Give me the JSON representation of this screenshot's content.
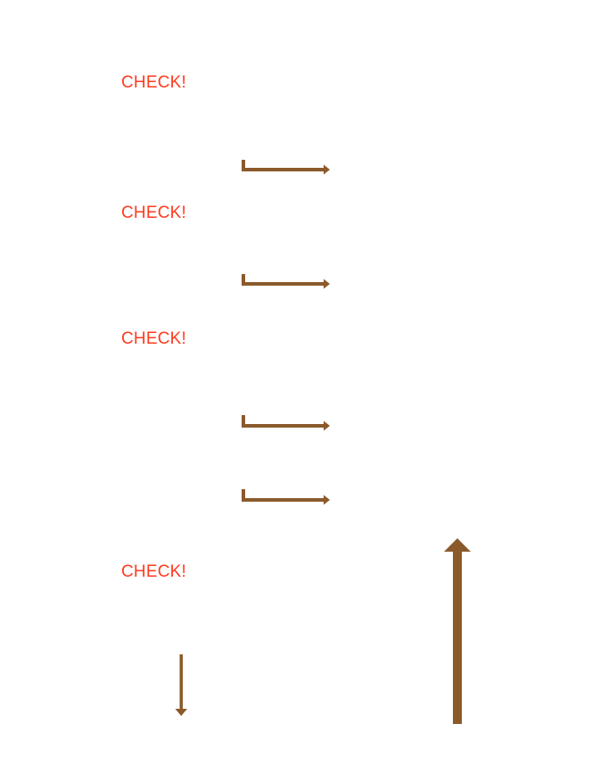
{
  "labels": [
    {
      "text": "CHECK!"
    },
    {
      "text": "CHECK!"
    },
    {
      "text": "CHECK!"
    },
    {
      "text": "CHECK!"
    }
  ],
  "arrows": [
    {
      "name": "l-arrow-right-1",
      "shape": "l-bracket",
      "direction": "right"
    },
    {
      "name": "l-arrow-right-2",
      "shape": "l-bracket",
      "direction": "right"
    },
    {
      "name": "l-arrow-right-3",
      "shape": "l-bracket",
      "direction": "right"
    },
    {
      "name": "l-arrow-right-4",
      "shape": "l-bracket",
      "direction": "right"
    },
    {
      "name": "arrow-down",
      "shape": "straight",
      "direction": "down"
    },
    {
      "name": "arrow-up-large",
      "shape": "straight",
      "direction": "up"
    }
  ],
  "colors": {
    "label": "#ff3b1f",
    "arrow": "#8b5a2b"
  }
}
